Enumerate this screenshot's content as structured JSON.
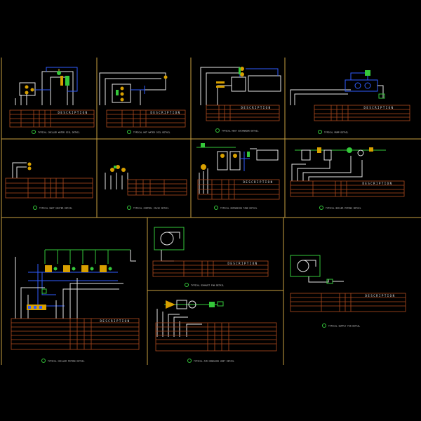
{
  "sheet": {
    "background": "#000000",
    "border_color": "#c8a040",
    "colors": {
      "table": "#b04a1e",
      "line_white": "#e6e6e6",
      "line_yellow": "#e2c23a",
      "line_blue": "#2f5cff",
      "line_green": "#34c83a",
      "line_cyan": "#43d6d6",
      "equipment": "#d8a000",
      "caption_icon": "#34c83a"
    }
  },
  "details": [
    {
      "id": "d1",
      "caption": "TYPICAL CHILLED WATER COIL DETAIL",
      "table_header": "DESCRIPTION"
    },
    {
      "id": "d2",
      "caption": "TYPICAL HOT WATER COIL DETAIL",
      "table_header": "DESCRIPTION"
    },
    {
      "id": "d3",
      "caption": "TYPICAL HEAT EXCHANGER DETAIL",
      "table_header": "DESCRIPTION"
    },
    {
      "id": "d4",
      "caption": "TYPICAL PUMP DETAIL",
      "table_header": "DESCRIPTION"
    },
    {
      "id": "d5",
      "caption": "TYPICAL UNIT HEATER DETAIL",
      "table_header": ""
    },
    {
      "id": "d6",
      "caption": "TYPICAL CONTROL VALVE DETAIL",
      "table_header": ""
    },
    {
      "id": "d7",
      "caption": "TYPICAL EXPANSION TANK DETAIL",
      "table_header": "DESCRIPTION"
    },
    {
      "id": "d8",
      "caption": "TYPICAL BOILER PIPING DETAIL",
      "table_header": "DESCRIPTION"
    },
    {
      "id": "d9",
      "caption": "TYPICAL CHILLER PIPING DETAIL",
      "table_header": "DESCRIPTION"
    },
    {
      "id": "d10",
      "caption": "TYPICAL EXHAUST FAN DETAIL",
      "table_header": "DESCRIPTION"
    },
    {
      "id": "d11",
      "caption": "TYPICAL SUPPLY FAN DETAIL",
      "table_header": "DESCRIPTION"
    },
    {
      "id": "d12",
      "caption": "TYPICAL AIR HANDLING UNIT DETAIL",
      "table_header": ""
    }
  ]
}
